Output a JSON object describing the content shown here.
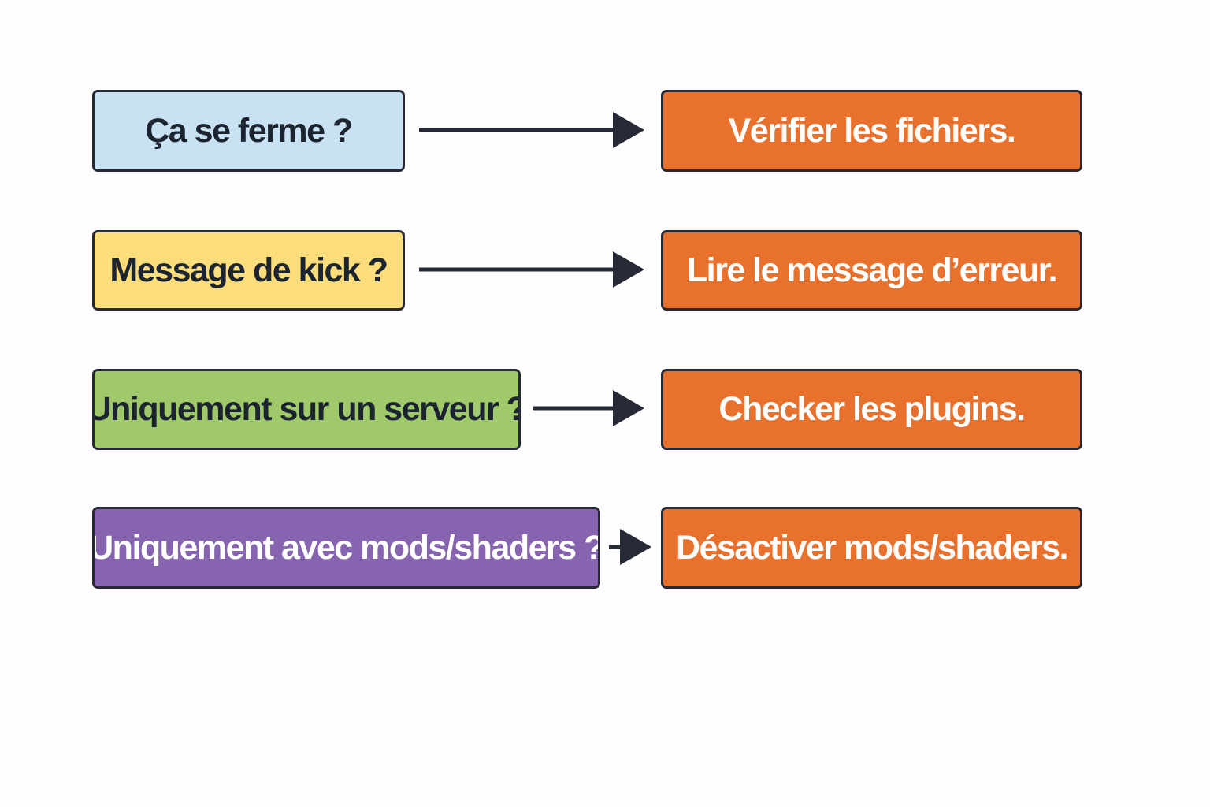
{
  "rows": [
    {
      "question": "Ça se ferme ?",
      "answer": "Vérifier les fichiers.",
      "question_color": "#c8e2f3",
      "answer_color": "#e8712d"
    },
    {
      "question": "Message de kick ?",
      "answer": "Lire le message d’erreur.",
      "question_color": "#fbdd7c",
      "answer_color": "#e8712d"
    },
    {
      "question": "Uniquement sur un serveur ?",
      "answer": "Checker les plugins.",
      "question_color": "#9fc96a",
      "answer_color": "#e8712d"
    },
    {
      "question": "Uniquement avec mods/shaders ?",
      "answer": "Désactiver mods/shaders.",
      "question_color": "#8664b0",
      "answer_color": "#e8712d"
    }
  ],
  "border_color": "#262a36"
}
